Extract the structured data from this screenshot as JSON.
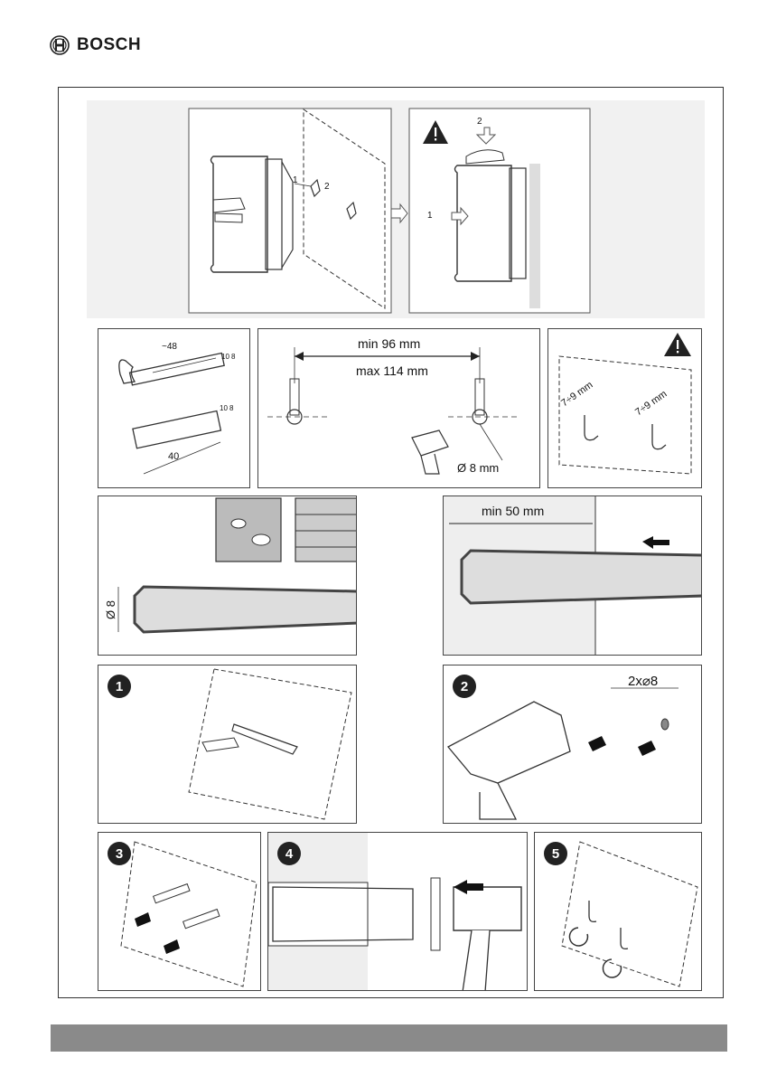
{
  "header": {
    "brand": "BOSCH"
  },
  "top_panel": {
    "label_1": "1",
    "label_2": "2",
    "label_r1": "1",
    "label_r2": "2"
  },
  "hook_dims": {
    "length": "~48",
    "d1": "10",
    "d2": "8",
    "d3": "10",
    "d4": "8",
    "plug_len": "40"
  },
  "spacing": {
    "min": "min 96 mm",
    "max": "max 114 mm",
    "drill_dia": "Ø 8 mm"
  },
  "hook_gap": {
    "left": "7÷9 mm",
    "right": "7÷9 mm"
  },
  "drill_bit": {
    "dia": "Ø 8"
  },
  "depth": {
    "min": "min 50 mm"
  },
  "steps": {
    "s1": "1",
    "s2": "2",
    "s3": "3",
    "s4": "4",
    "s5": "5",
    "drill_spec": "2x⌀8"
  },
  "colors": {
    "footer": "#8a8a8a",
    "step_badge": "#222222"
  }
}
